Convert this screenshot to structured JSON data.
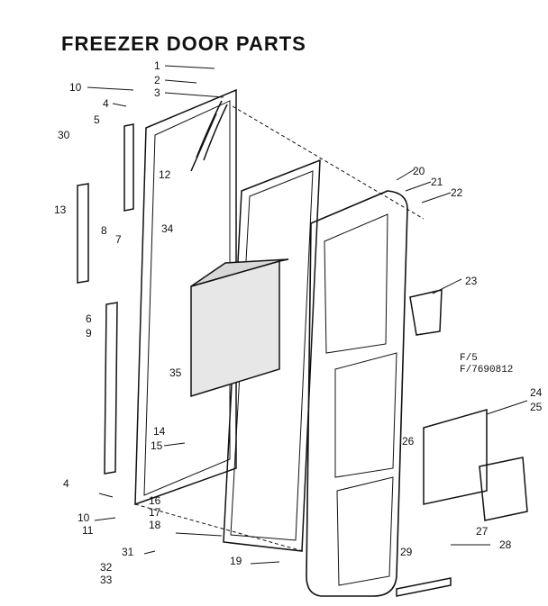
{
  "title": "FREEZER DOOR PARTS",
  "codes": [
    "F/5",
    "F/7690812"
  ],
  "callouts": [
    "1",
    "2",
    "3",
    "4",
    "5",
    "6",
    "7",
    "8",
    "9",
    "10",
    "11",
    "12",
    "13",
    "14",
    "15",
    "16",
    "17",
    "18",
    "19",
    "20",
    "21",
    "22",
    "23",
    "24",
    "25",
    "26",
    "27",
    "28",
    "29",
    "30",
    "31",
    "32",
    "33",
    "34",
    "35",
    "4",
    "10"
  ]
}
